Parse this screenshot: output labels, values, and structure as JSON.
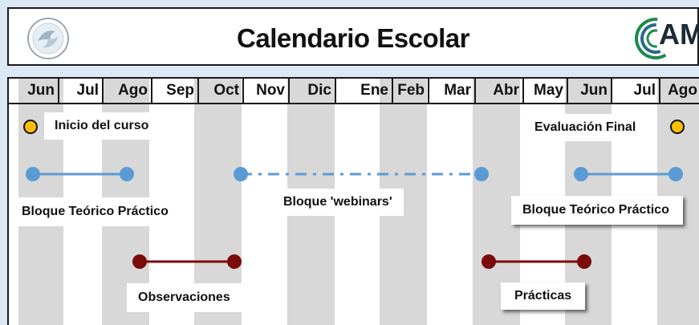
{
  "title": "Calendario Escolar",
  "logo_right_text": "AMI",
  "months": [
    "Jun",
    "Jul",
    "Ago",
    "Sep",
    "Oct",
    "Nov",
    "Dic",
    "Ene",
    "Feb",
    "Mar",
    "Abr",
    "May",
    "Jun",
    "Jul",
    "Ago"
  ],
  "events": {
    "inicio": "Inicio del curso",
    "evaluacion": "Evaluación Final",
    "bloque_teorico_1": "Bloque Teórico Práctico",
    "webinars": "Bloque 'webinars'",
    "bloque_teorico_2": "Bloque Teórico Práctico",
    "observaciones": "Observaciones",
    "practicas": "Prácticas"
  },
  "colors": {
    "blue": "#5b9bd5",
    "darkred": "#7b0a0a",
    "yellow": "#ffc000",
    "shade": "#d8d8d8"
  }
}
